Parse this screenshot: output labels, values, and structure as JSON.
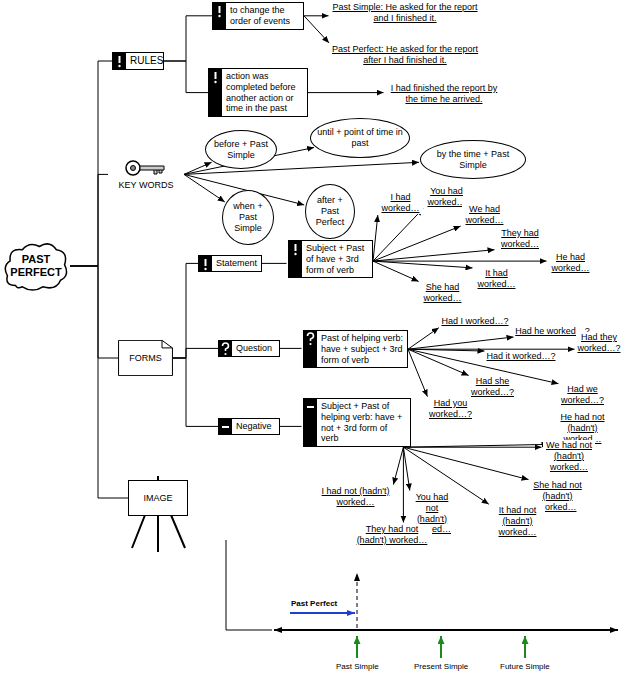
{
  "diagram": {
    "nodes": [
      {
        "text": [
          "PAST PERFECT"
        ]
      },
      {
        "text": [
          "RULES"
        ]
      },
      {
        "text": [
          "to change the order of events"
        ]
      },
      {
        "text": [
          "Past Simple: He asked for the report and I finished it."
        ]
      },
      {
        "text": [
          "Past Perfect: He asked for the report after I had finished it."
        ]
      },
      {
        "text": [
          "action was completed before another action or time in the past"
        ]
      },
      {
        "text": [
          "I had finished the report by the time he arrived."
        ]
      },
      {
        "text": [
          "KEY WORDS"
        ]
      },
      {
        "text": [
          "before + Past Simple"
        ]
      },
      {
        "text": [
          "until + point of time in past"
        ]
      },
      {
        "text": [
          "by the time + Past Simple"
        ]
      },
      {
        "text": [
          "after + Past Perfect"
        ]
      },
      {
        "text": [
          "when + Past Simple"
        ]
      },
      {
        "text": [
          "FORMS"
        ]
      },
      {
        "text": [
          "Statement"
        ]
      },
      {
        "text": [
          "Subject + Past of have + 3rd form of verb"
        ]
      },
      {
        "text": [
          "I had worked…"
        ]
      },
      {
        "text": [
          "You had worked…"
        ]
      },
      {
        "text": [
          "We had worked…"
        ]
      },
      {
        "text": [
          "They had worked…"
        ]
      },
      {
        "text": [
          "He had worked…"
        ]
      },
      {
        "text": [
          "It had worked…"
        ]
      },
      {
        "text": [
          "She had worked…"
        ]
      },
      {
        "text": [
          "Question"
        ]
      },
      {
        "text": [
          "Past of helping verb: have + subject + 3rd form of verb"
        ]
      },
      {
        "text": [
          "Had I worked…?"
        ]
      },
      {
        "text": [
          "Had he worked…?"
        ]
      },
      {
        "text": [
          "Had they worked…?"
        ]
      },
      {
        "text": [
          "Had it worked…?"
        ]
      },
      {
        "text": [
          "Had we worked…?"
        ]
      },
      {
        "text": [
          "Had she worked…?"
        ]
      },
      {
        "text": [
          "Had you worked…?"
        ]
      },
      {
        "text": [
          "Negative"
        ]
      },
      {
        "text": [
          "Subject + Past of helping verb: have + not + 3rd form of verb"
        ]
      },
      {
        "text": [
          "He had not (hadn't) worked…"
        ]
      },
      {
        "text": [
          "We had not (hadn't) worked…"
        ]
      },
      {
        "text": [
          "She had not (hadn't) worked…"
        ]
      },
      {
        "text": [
          "It had not (hadn't) worked…"
        ]
      },
      {
        "text": [
          "You had not (hadn't) worked…"
        ]
      },
      {
        "text": [
          "I had not (hadn't) worked…"
        ]
      },
      {
        "text": [
          "They had not (hadn't) worked…"
        ]
      },
      {
        "text": [
          "IMAGE"
        ]
      }
    ],
    "edges": [
      {
        "from": 0,
        "to": 1,
        "arrow": "none"
      },
      {
        "from": 0,
        "to": 7,
        "arrow": "none"
      },
      {
        "from": 0,
        "to": 13,
        "arrow": "none"
      },
      {
        "from": 0,
        "to": 41,
        "arrow": "none"
      },
      {
        "from": 1,
        "to": 2,
        "arrow": "none"
      },
      {
        "from": 1,
        "to": 5,
        "arrow": "none"
      },
      {
        "from": 2,
        "to": 3,
        "arrow": "to"
      },
      {
        "from": 2,
        "to": 4,
        "arrow": "to"
      },
      {
        "from": 5,
        "to": 6,
        "arrow": "to"
      },
      {
        "from": 7,
        "to": 8,
        "arrow": "to"
      },
      {
        "from": 7,
        "to": 9,
        "arrow": "to"
      },
      {
        "from": 7,
        "to": 10,
        "arrow": "to"
      },
      {
        "from": 7,
        "to": 11,
        "arrow": "to"
      },
      {
        "from": 7,
        "to": 12,
        "arrow": "to"
      },
      {
        "from": 13,
        "to": 14,
        "arrow": "none"
      },
      {
        "from": 13,
        "to": 23,
        "arrow": "none"
      },
      {
        "from": 13,
        "to": 32,
        "arrow": "none"
      },
      {
        "from": 14,
        "to": 15,
        "arrow": "none"
      },
      {
        "from": 15,
        "to": 16,
        "arrow": "to"
      },
      {
        "from": 15,
        "to": 17,
        "arrow": "to"
      },
      {
        "from": 15,
        "to": 18,
        "arrow": "to"
      },
      {
        "from": 15,
        "to": 19,
        "arrow": "to"
      },
      {
        "from": 15,
        "to": 20,
        "arrow": "to"
      },
      {
        "from": 15,
        "to": 21,
        "arrow": "to"
      },
      {
        "from": 15,
        "to": 22,
        "arrow": "to"
      },
      {
        "from": 23,
        "to": 24,
        "arrow": "none"
      },
      {
        "from": 24,
        "to": 25,
        "arrow": "to"
      },
      {
        "from": 24,
        "to": 26,
        "arrow": "to"
      },
      {
        "from": 24,
        "to": 27,
        "arrow": "to"
      },
      {
        "from": 24,
        "to": 28,
        "arrow": "to"
      },
      {
        "from": 24,
        "to": 29,
        "arrow": "to"
      },
      {
        "from": 24,
        "to": 30,
        "arrow": "to"
      },
      {
        "from": 24,
        "to": 31,
        "arrow": "to"
      },
      {
        "from": 32,
        "to": 33,
        "arrow": "none"
      },
      {
        "from": 33,
        "to": 34,
        "arrow": "to"
      },
      {
        "from": 33,
        "to": 35,
        "arrow": "to"
      },
      {
        "from": 33,
        "to": 36,
        "arrow": "to"
      },
      {
        "from": 33,
        "to": 37,
        "arrow": "to"
      },
      {
        "from": 33,
        "to": 38,
        "arrow": "to"
      },
      {
        "from": 33,
        "to": 39,
        "arrow": "to"
      },
      {
        "from": 33,
        "to": 40,
        "arrow": "to"
      }
    ],
    "labels": [
      "Past Perfect",
      "Past Simple",
      "Present Simple",
      "Future Simple"
    ]
  }
}
